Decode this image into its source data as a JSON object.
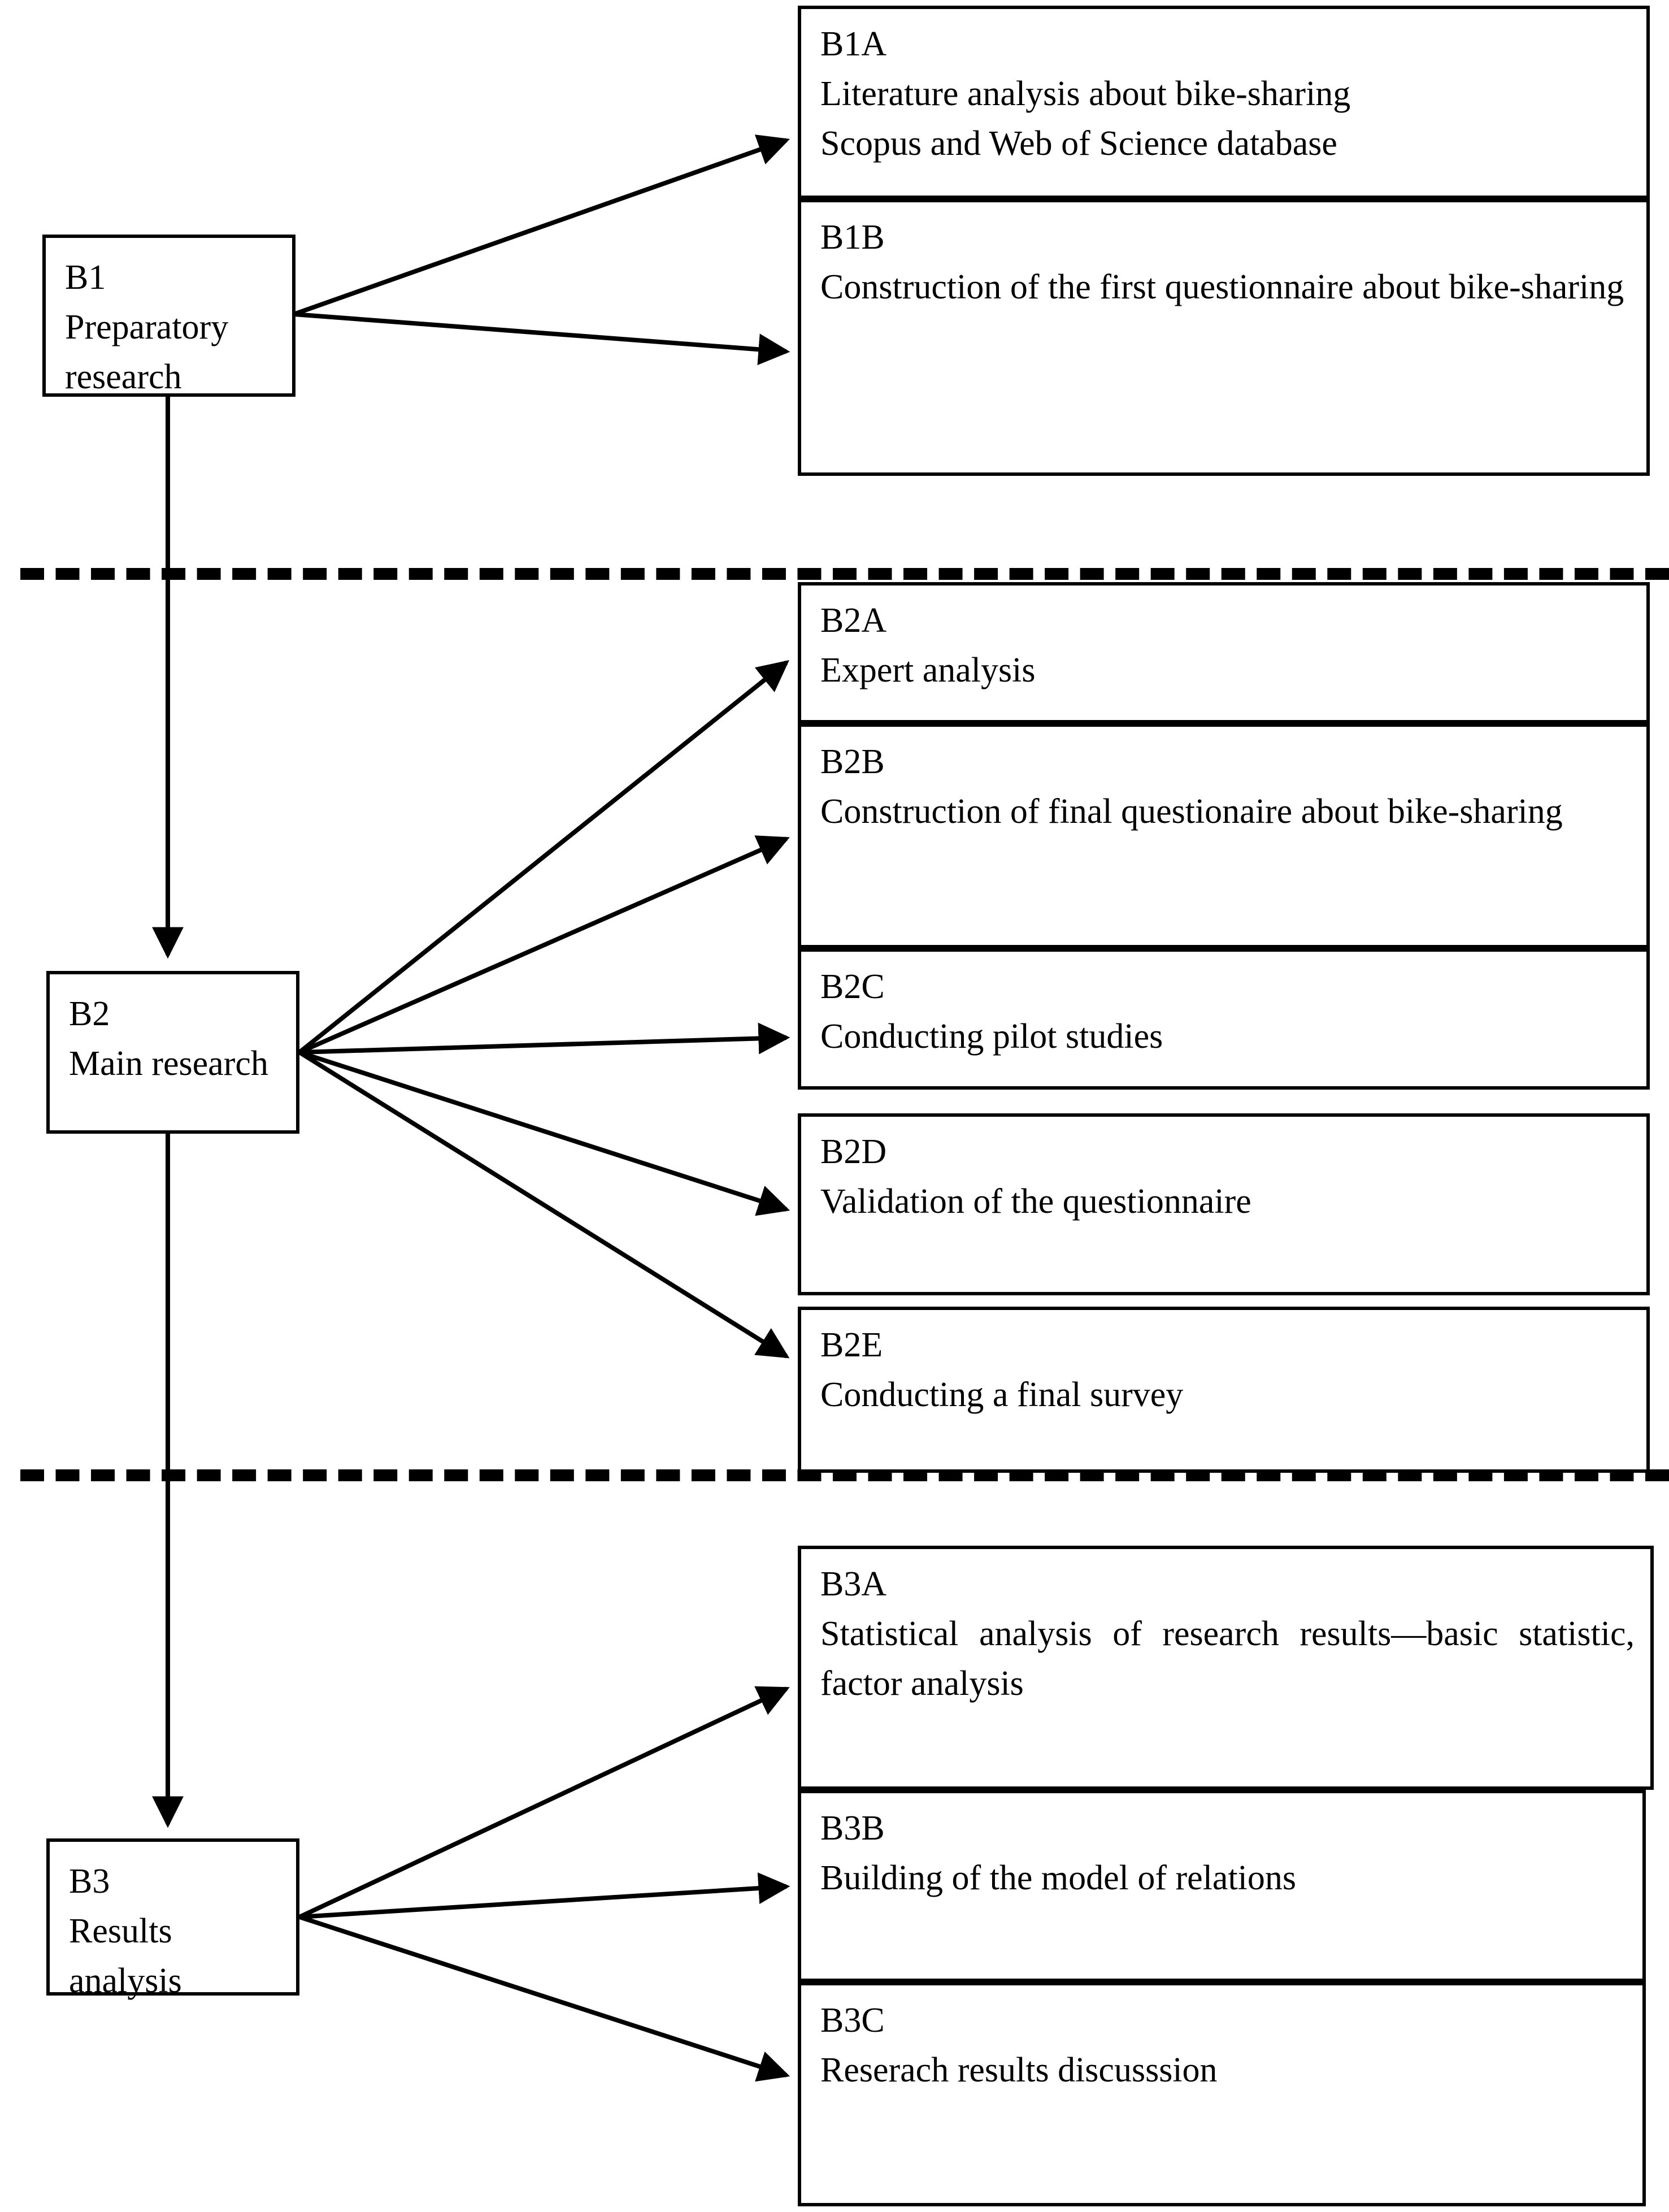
{
  "diagram": {
    "title": "Research procedure flowchart",
    "type": "flowchart",
    "stroke_color": "#000000",
    "background_color": "#ffffff",
    "stages": [
      {
        "id": "B1",
        "code": "B1",
        "label": "Preparatory research",
        "tasks": [
          {
            "code": "B1A",
            "label": "Literature analysis about bike-sharing\nScopus and Web of Science database"
          },
          {
            "code": "B1B",
            "label": "Construction of the first questionnaire about bike-sharing"
          }
        ]
      },
      {
        "id": "B2",
        "code": "B2",
        "label": "Main research",
        "tasks": [
          {
            "code": "B2A",
            "label": "Expert analysis"
          },
          {
            "code": "B2B",
            "label": "Construction of final questionaire about bike-sharing"
          },
          {
            "code": "B2C",
            "label": "Conducting pilot studies"
          },
          {
            "code": "B2D",
            "label": "Validation of the questionnaire"
          },
          {
            "code": "B2E",
            "label": "Conducting a final survey"
          }
        ]
      },
      {
        "id": "B3",
        "code": "B3",
        "label": "Results analysis",
        "tasks": [
          {
            "code": "B3A",
            "label": "Statistical analysis of research results—basic statistic, factor analysis"
          },
          {
            "code": "B3B",
            "label": "Building of the model of relations"
          },
          {
            "code": "B3C",
            "label": "Reserach results discusssion"
          }
        ]
      }
    ],
    "separators": [
      {
        "name": "separator-b1-b2"
      },
      {
        "name": "separator-b2-b3"
      }
    ]
  }
}
